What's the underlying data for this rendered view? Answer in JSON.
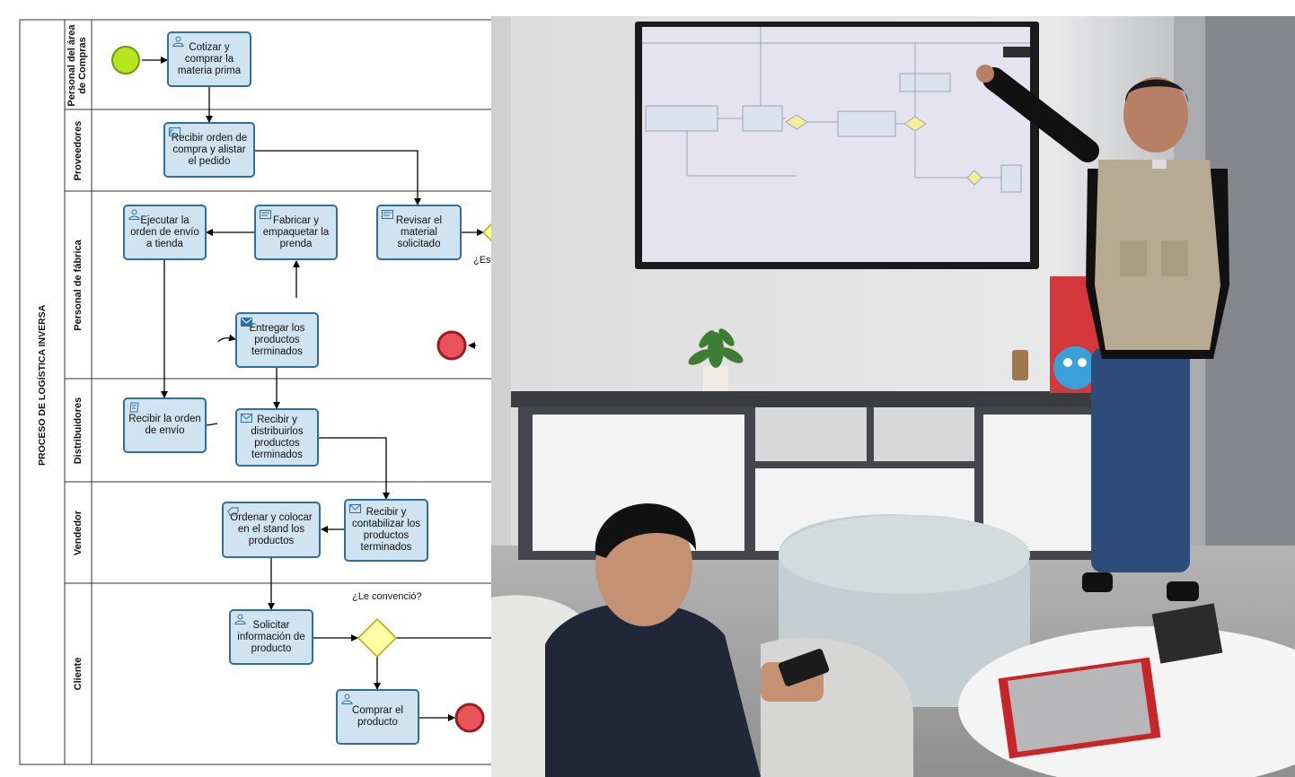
{
  "pool": {
    "title": "PROCESO DE LOGÍSTICA INVERSA"
  },
  "lanes": [
    {
      "id": "compras",
      "label_line1": "Personal del área",
      "label_line2": "de Compras"
    },
    {
      "id": "proveedores",
      "label_line1": "Proveedores",
      "label_line2": ""
    },
    {
      "id": "fabrica",
      "label_line1": "Personal de fábrica",
      "label_line2": ""
    },
    {
      "id": "distribuidores",
      "label_line1": "Distribuidores",
      "label_line2": ""
    },
    {
      "id": "vendedor",
      "label_line1": "Vendedor",
      "label_line2": ""
    },
    {
      "id": "cliente",
      "label_line1": "Cliente",
      "label_line2": ""
    }
  ],
  "tasks": {
    "cotizar": "Cotizar y comprar la materia prima",
    "recibir_orden_compra": "Recibir orden de compra y alistar el pedido",
    "revisar_material": "Revisar el material solicitado",
    "fabricar": "Fabricar y empaquetar la prenda",
    "ejecutar_orden": "Ejecutar la orden de envío a tienda",
    "entregar": "Entregar los productos terminados",
    "recibir_orden_envio": "Recibir la orden de envío",
    "recibir_distribuir": "Recibir y distribuirlos productos terminados",
    "recibir_contabilizar": "Recibir y contabilizar los productos terminados",
    "ordenar_colocar": "Ordenar y colocar en el stand los productos",
    "solicitar_info": "Solicitar información de producto",
    "comprar": "Comprar el producto"
  },
  "gateways": {
    "estado_label": "¿Est",
    "convencio_label": "¿Le convenció?"
  },
  "colors": {
    "task_fill": "#cfe3f1",
    "task_border": "#2f6f9f",
    "start_fill": "#b5e61d",
    "start_border": "#6a9a1a",
    "end_fill": "#e8545a",
    "end_border": "#9b1c22",
    "gateway_fill": "#ffffa6",
    "gateway_border": "#b7a500"
  }
}
